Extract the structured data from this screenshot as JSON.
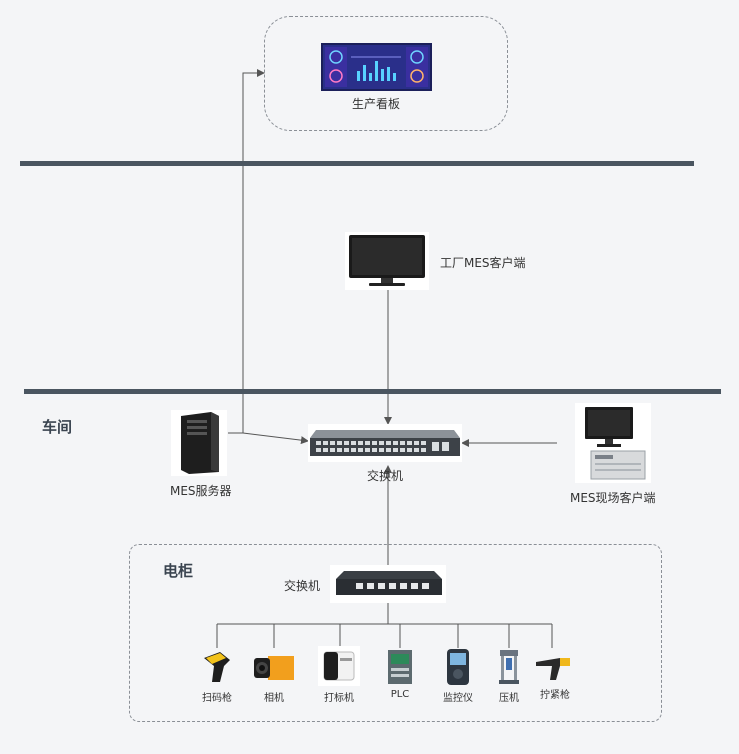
{
  "dashboard": {
    "label": "生产看板"
  },
  "factory_client": {
    "label": "工厂MES客户端"
  },
  "workshop": {
    "title": "车间"
  },
  "server": {
    "label": "MES服务器"
  },
  "main_switch": {
    "label": "交换机"
  },
  "field_client": {
    "label": "MES现场客户端"
  },
  "cabinet": {
    "title": "电柜",
    "switch_label": "交换机",
    "devices": [
      {
        "label": "扫码枪",
        "icon": "barcode-scanner-icon"
      },
      {
        "label": "相机",
        "icon": "camera-icon"
      },
      {
        "label": "打标机",
        "icon": "marking-machine-icon"
      },
      {
        "label": "PLC",
        "icon": "plc-icon"
      },
      {
        "label": "监控仪",
        "icon": "monitor-device-icon"
      },
      {
        "label": "压机",
        "icon": "press-icon"
      },
      {
        "label": "拧紧枪",
        "icon": "tightening-gun-icon"
      }
    ]
  },
  "colors": {
    "line": "#555555",
    "bar": "#4a5560",
    "dashed_border": "#8a8f96"
  }
}
